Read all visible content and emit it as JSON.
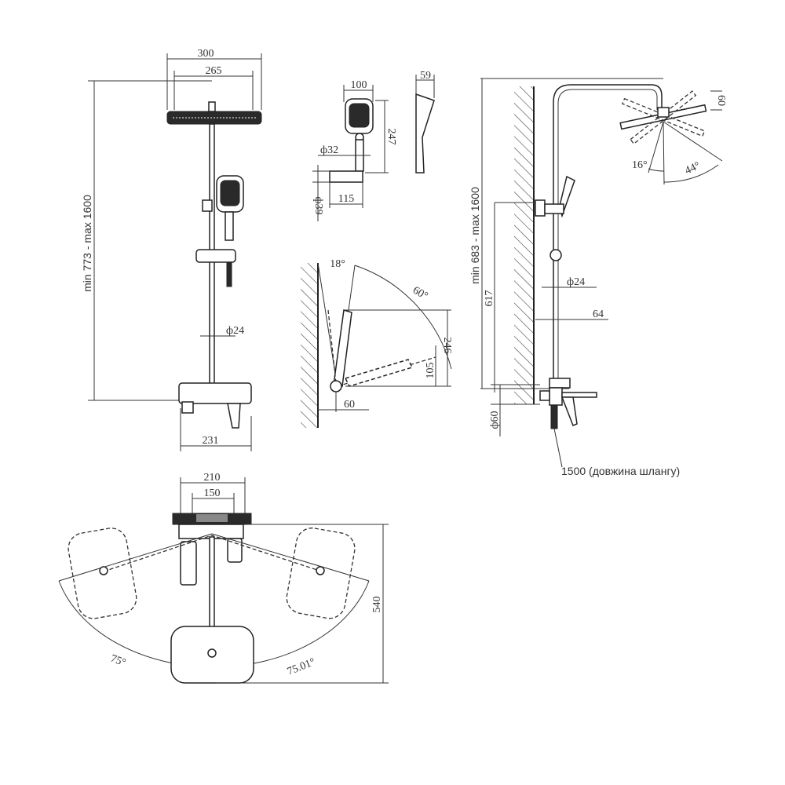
{
  "front_view": {
    "head_width": "300",
    "head_inner_width": "265",
    "height_range": "min 773 - max 1600",
    "pipe_diameter": "ф24",
    "mixer_width": "231"
  },
  "hand_shower": {
    "width": "100",
    "length": "247",
    "handle_diameter": "ф32",
    "holder_diameter": "ф39",
    "holder_length": "115",
    "side_depth": "59"
  },
  "tilt_view": {
    "angle_top": "18°",
    "angle_arc": "60°",
    "length": "246",
    "height": "105",
    "offset": "60"
  },
  "side_view": {
    "height_range": "min 683 - max 1600",
    "head_thickness": "60",
    "angle_small": "16°",
    "angle_large": "44°",
    "pipe_diameter": "ф24",
    "wall_offset": "64",
    "bracket_height": "617",
    "flange_diameter": "ф60",
    "hose_note": "1500 (довжина шлангу)"
  },
  "top_view": {
    "outer_width": "210",
    "inner_width": "150",
    "depth": "540",
    "angle_left": "75°",
    "angle_right": "75.01°"
  }
}
